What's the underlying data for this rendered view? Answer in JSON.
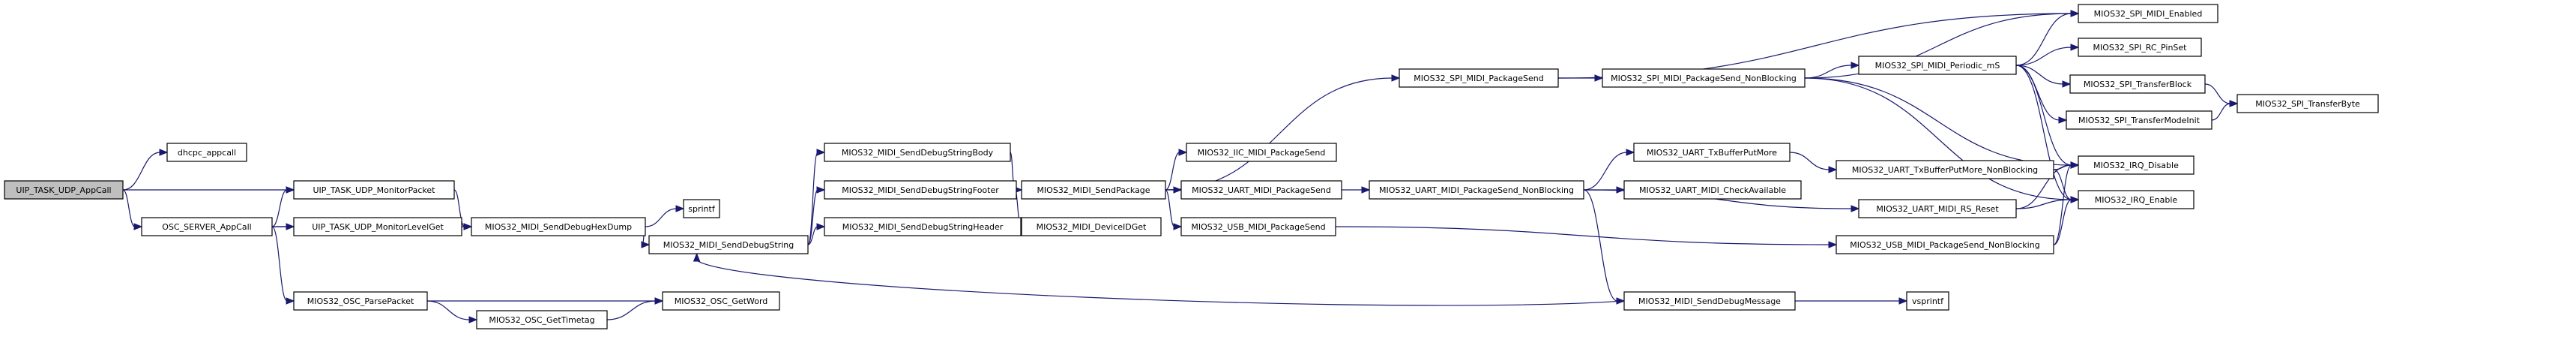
{
  "graph": {
    "nodes": [
      {
        "id": "uip_appcall",
        "label": "UIP_TASK_UDP_AppCall",
        "root": true
      },
      {
        "id": "dhcpc_appcall",
        "label": "dhcpc_appcall"
      },
      {
        "id": "uip_monitorpacket",
        "label": "UIP_TASK_UDP_MonitorPacket"
      },
      {
        "id": "osc_appcall",
        "label": "OSC_SERVER_AppCall"
      },
      {
        "id": "uip_monitorlevelget",
        "label": "UIP_TASK_UDP_MonitorLevelGet"
      },
      {
        "id": "osc_parsepacket",
        "label": "MIOS32_OSC_ParsePacket"
      },
      {
        "id": "osc_gettimetag",
        "label": "MIOS32_OSC_GetTimetag"
      },
      {
        "id": "osc_getword",
        "label": "MIOS32_OSC_GetWord"
      },
      {
        "id": "midi_senddebughexdump",
        "label": "MIOS32_MIDI_SendDebugHexDump"
      },
      {
        "id": "sprintf",
        "label": "sprintf"
      },
      {
        "id": "midi_senddebugstring",
        "label": "MIOS32_MIDI_SendDebugString"
      },
      {
        "id": "midi_senddebugstringbody",
        "label": "MIOS32_MIDI_SendDebugStringBody"
      },
      {
        "id": "midi_senddebugstringfooter",
        "label": "MIOS32_MIDI_SendDebugStringFooter"
      },
      {
        "id": "midi_senddebugstringheader",
        "label": "MIOS32_MIDI_SendDebugStringHeader"
      },
      {
        "id": "midi_deviceidget",
        "label": "MIOS32_MIDI_DeviceIDGet"
      },
      {
        "id": "midi_sendpackage",
        "label": "MIOS32_MIDI_SendPackage"
      },
      {
        "id": "iic_midi_packagesend",
        "label": "MIOS32_IIC_MIDI_PackageSend"
      },
      {
        "id": "uart_midi_packagesend",
        "label": "MIOS32_UART_MIDI_PackageSend"
      },
      {
        "id": "usb_midi_packagesend",
        "label": "MIOS32_USB_MIDI_PackageSend"
      },
      {
        "id": "spi_midi_packagesend",
        "label": "MIOS32_SPI_MIDI_PackageSend"
      },
      {
        "id": "spi_midi_packagesend_nb",
        "label": "MIOS32_SPI_MIDI_PackageSend_NonBlocking"
      },
      {
        "id": "uart_midi_packagesend_nb",
        "label": "MIOS32_UART_MIDI_PackageSend_NonBlocking"
      },
      {
        "id": "uart_txbufferputmore",
        "label": "MIOS32_UART_TxBufferPutMore"
      },
      {
        "id": "uart_midi_checkavailable",
        "label": "MIOS32_UART_MIDI_CheckAvailable"
      },
      {
        "id": "midi_senddebugmessage",
        "label": "MIOS32_MIDI_SendDebugMessage"
      },
      {
        "id": "spi_midi_periodic_ms",
        "label": "MIOS32_SPI_MIDI_Periodic_mS"
      },
      {
        "id": "uart_txbufferputmore_nb",
        "label": "MIOS32_UART_TxBufferPutMore_NonBlocking"
      },
      {
        "id": "uart_midi_rs_reset",
        "label": "MIOS32_UART_MIDI_RS_Reset"
      },
      {
        "id": "usb_midi_packagesend_nb",
        "label": "MIOS32_USB_MIDI_PackageSend_NonBlocking"
      },
      {
        "id": "vsprintf",
        "label": "vsprintf"
      },
      {
        "id": "spi_midi_enabled",
        "label": "MIOS32_SPI_MIDI_Enabled"
      },
      {
        "id": "spi_rc_pinset",
        "label": "MIOS32_SPI_RC_PinSet"
      },
      {
        "id": "spi_transferblock",
        "label": "MIOS32_SPI_TransferBlock"
      },
      {
        "id": "spi_transfermodeinit",
        "label": "MIOS32_SPI_TransferModeInit"
      },
      {
        "id": "irq_disable",
        "label": "MIOS32_IRQ_Disable"
      },
      {
        "id": "irq_enable",
        "label": "MIOS32_IRQ_Enable"
      },
      {
        "id": "spi_transferbyte",
        "label": "MIOS32_SPI_TransferByte"
      }
    ],
    "edges": [
      [
        "uip_appcall",
        "dhcpc_appcall"
      ],
      [
        "uip_appcall",
        "uip_monitorpacket"
      ],
      [
        "uip_appcall",
        "osc_appcall"
      ],
      [
        "uip_monitorpacket",
        "midi_senddebughexdump"
      ],
      [
        "osc_appcall",
        "uip_monitorpacket"
      ],
      [
        "osc_appcall",
        "uip_monitorlevelget"
      ],
      [
        "osc_appcall",
        "midi_senddebughexdump"
      ],
      [
        "osc_appcall",
        "osc_parsepacket"
      ],
      [
        "osc_parsepacket",
        "osc_gettimetag"
      ],
      [
        "osc_parsepacket",
        "osc_getword"
      ],
      [
        "osc_gettimetag",
        "osc_getword"
      ],
      [
        "midi_senddebughexdump",
        "sprintf"
      ],
      [
        "midi_senddebughexdump",
        "midi_senddebugstring"
      ],
      [
        "midi_senddebugstring",
        "midi_senddebugstringbody"
      ],
      [
        "midi_senddebugstring",
        "midi_senddebugstringfooter"
      ],
      [
        "midi_senddebugstring",
        "midi_senddebugstringheader"
      ],
      [
        "midi_senddebugstringbody",
        "midi_sendpackage"
      ],
      [
        "midi_senddebugstringfooter",
        "midi_sendpackage"
      ],
      [
        "midi_senddebugstringheader",
        "midi_sendpackage"
      ],
      [
        "midi_senddebugstringheader",
        "midi_deviceidget"
      ],
      [
        "midi_sendpackage",
        "iic_midi_packagesend"
      ],
      [
        "midi_sendpackage",
        "uart_midi_packagesend"
      ],
      [
        "midi_sendpackage",
        "usb_midi_packagesend"
      ],
      [
        "midi_sendpackage",
        "spi_midi_packagesend"
      ],
      [
        "spi_midi_packagesend",
        "spi_midi_enabled"
      ],
      [
        "spi_midi_packagesend",
        "spi_midi_packagesend_nb"
      ],
      [
        "spi_midi_packagesend_nb",
        "spi_midi_enabled"
      ],
      [
        "spi_midi_packagesend_nb",
        "spi_midi_periodic_ms"
      ],
      [
        "spi_midi_packagesend_nb",
        "irq_disable"
      ],
      [
        "spi_midi_packagesend_nb",
        "irq_enable"
      ],
      [
        "spi_midi_periodic_ms",
        "spi_midi_enabled"
      ],
      [
        "spi_midi_periodic_ms",
        "spi_rc_pinset"
      ],
      [
        "spi_midi_periodic_ms",
        "spi_transferblock"
      ],
      [
        "spi_midi_periodic_ms",
        "spi_transfermodeinit"
      ],
      [
        "spi_midi_periodic_ms",
        "irq_disable"
      ],
      [
        "spi_midi_periodic_ms",
        "irq_enable"
      ],
      [
        "spi_transferblock",
        "spi_transferbyte"
      ],
      [
        "spi_transfermodeinit",
        "spi_transferbyte"
      ],
      [
        "uart_midi_packagesend",
        "uart_midi_packagesend_nb"
      ],
      [
        "uart_midi_packagesend_nb",
        "uart_txbufferputmore"
      ],
      [
        "uart_midi_packagesend_nb",
        "uart_midi_checkavailable"
      ],
      [
        "uart_midi_packagesend_nb",
        "uart_midi_rs_reset"
      ],
      [
        "uart_midi_packagesend_nb",
        "midi_senddebugmessage"
      ],
      [
        "uart_txbufferputmore",
        "uart_txbufferputmore_nb"
      ],
      [
        "uart_txbufferputmore_nb",
        "irq_disable"
      ],
      [
        "uart_txbufferputmore_nb",
        "irq_enable"
      ],
      [
        "uart_midi_rs_reset",
        "irq_disable"
      ],
      [
        "uart_midi_rs_reset",
        "irq_enable"
      ],
      [
        "usb_midi_packagesend",
        "usb_midi_packagesend_nb"
      ],
      [
        "usb_midi_packagesend_nb",
        "irq_disable"
      ],
      [
        "usb_midi_packagesend_nb",
        "irq_enable"
      ],
      [
        "midi_senddebugmessage",
        "vsprintf"
      ],
      [
        "midi_senddebugmessage",
        "midi_senddebugstring"
      ]
    ]
  },
  "colors": {
    "edge": "#191970",
    "root_fill": "#bfbfbf",
    "node_fill": "#ffffff",
    "node_border": "#000000"
  }
}
